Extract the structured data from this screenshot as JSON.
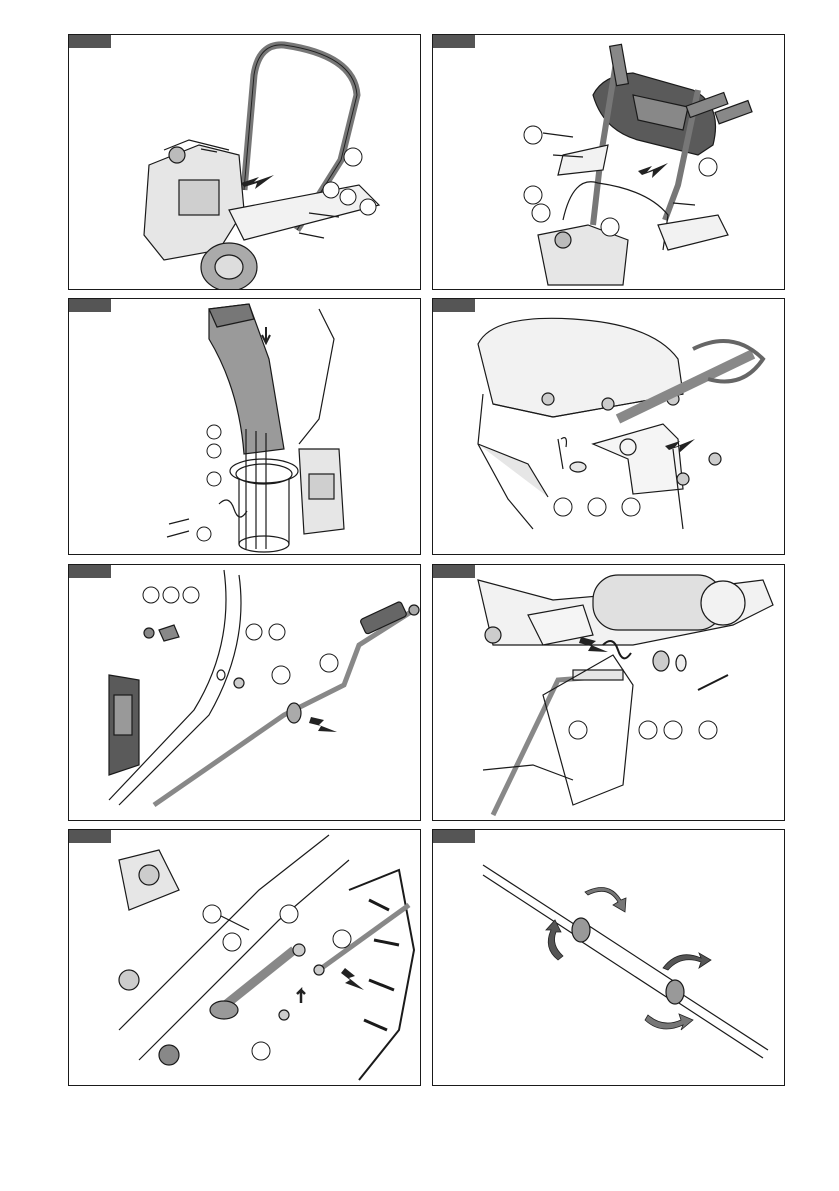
{
  "page": {
    "title": ""
  },
  "panels": [
    {
      "id": "handle-assembly",
      "tab_label": "",
      "callouts": []
    },
    {
      "id": "control-console",
      "tab_label": "",
      "callouts": []
    },
    {
      "id": "chute-assembly",
      "tab_label": "",
      "callouts": []
    },
    {
      "id": "drive-shaft-pin",
      "tab_label": "",
      "callouts": []
    },
    {
      "id": "crank-rod",
      "tab_label": "",
      "callouts": []
    },
    {
      "id": "spring-linkage",
      "tab_label": "",
      "callouts": []
    },
    {
      "id": "lever-linkage",
      "tab_label": "",
      "callouts": []
    },
    {
      "id": "rod-coupling-turn",
      "tab_label": "",
      "callouts": []
    }
  ],
  "icons": {
    "direction_arrow": "arrow-icon",
    "rotation_arrow": "rotate-icon",
    "callout": "callout-circle-icon"
  },
  "colors": {
    "tab": "#555555",
    "line": "#1a1a1a",
    "fill_light": "#e6e6e6",
    "fill_mid": "#9a9a9a",
    "fill_dark": "#5a5a5a"
  }
}
